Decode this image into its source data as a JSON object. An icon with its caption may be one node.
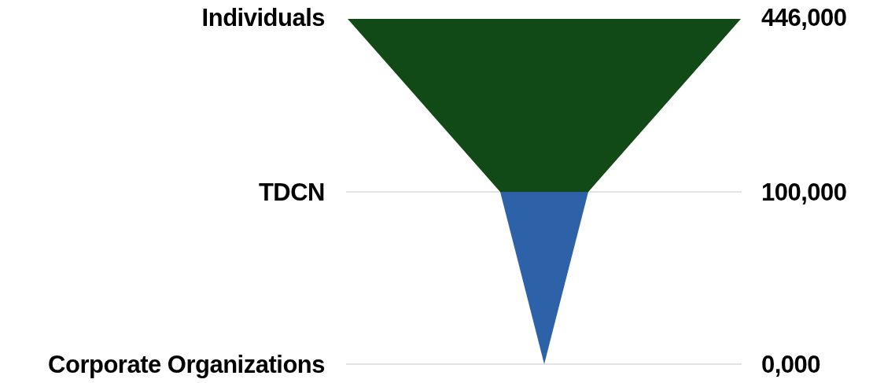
{
  "diagram": {
    "labels": [
      "Individuals",
      "446,000",
      "TDCN",
      "100,000",
      "Corporate Organizations",
      "0,000"
    ]
  }
}
